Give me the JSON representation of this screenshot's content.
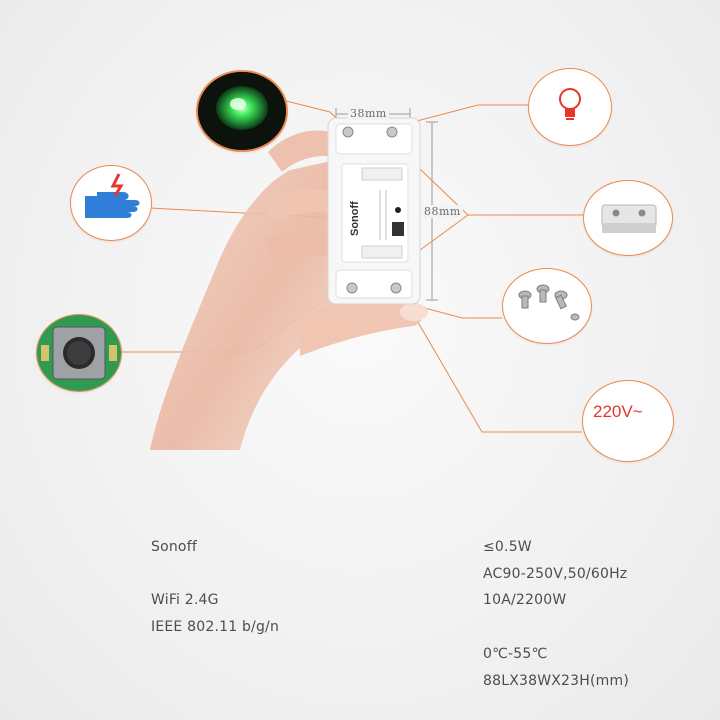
{
  "dimensions": {
    "width_label": "38mm",
    "height_label": "88mm"
  },
  "callouts": {
    "led": {
      "icon": "green-led-icon",
      "color": "#2fd14a"
    },
    "touch": {
      "icon": "hand-touch-icon",
      "color": "#2f7fd8"
    },
    "button": {
      "icon": "tactile-button-icon",
      "color": "#2f9a52"
    },
    "bulb": {
      "icon": "light-bulb-icon",
      "color": "#e8352b"
    },
    "cover": {
      "icon": "terminal-cover-icon"
    },
    "screws": {
      "icon": "screws-icon"
    },
    "voltage": {
      "label": "220V~",
      "color": "#e8352b"
    }
  },
  "device": {
    "brand": "Sonoff"
  },
  "accent_color": "#ec8a4e",
  "specs": {
    "left": [
      "Sonoff",
      "WiFi 2.4G",
      "IEEE 802.11 b/g/n"
    ],
    "right": [
      "≤0.5W",
      "AC90-250V,50/60Hz",
      "10A/2200W",
      "0℃-55℃",
      "88LX38WX23H(mm)"
    ]
  }
}
